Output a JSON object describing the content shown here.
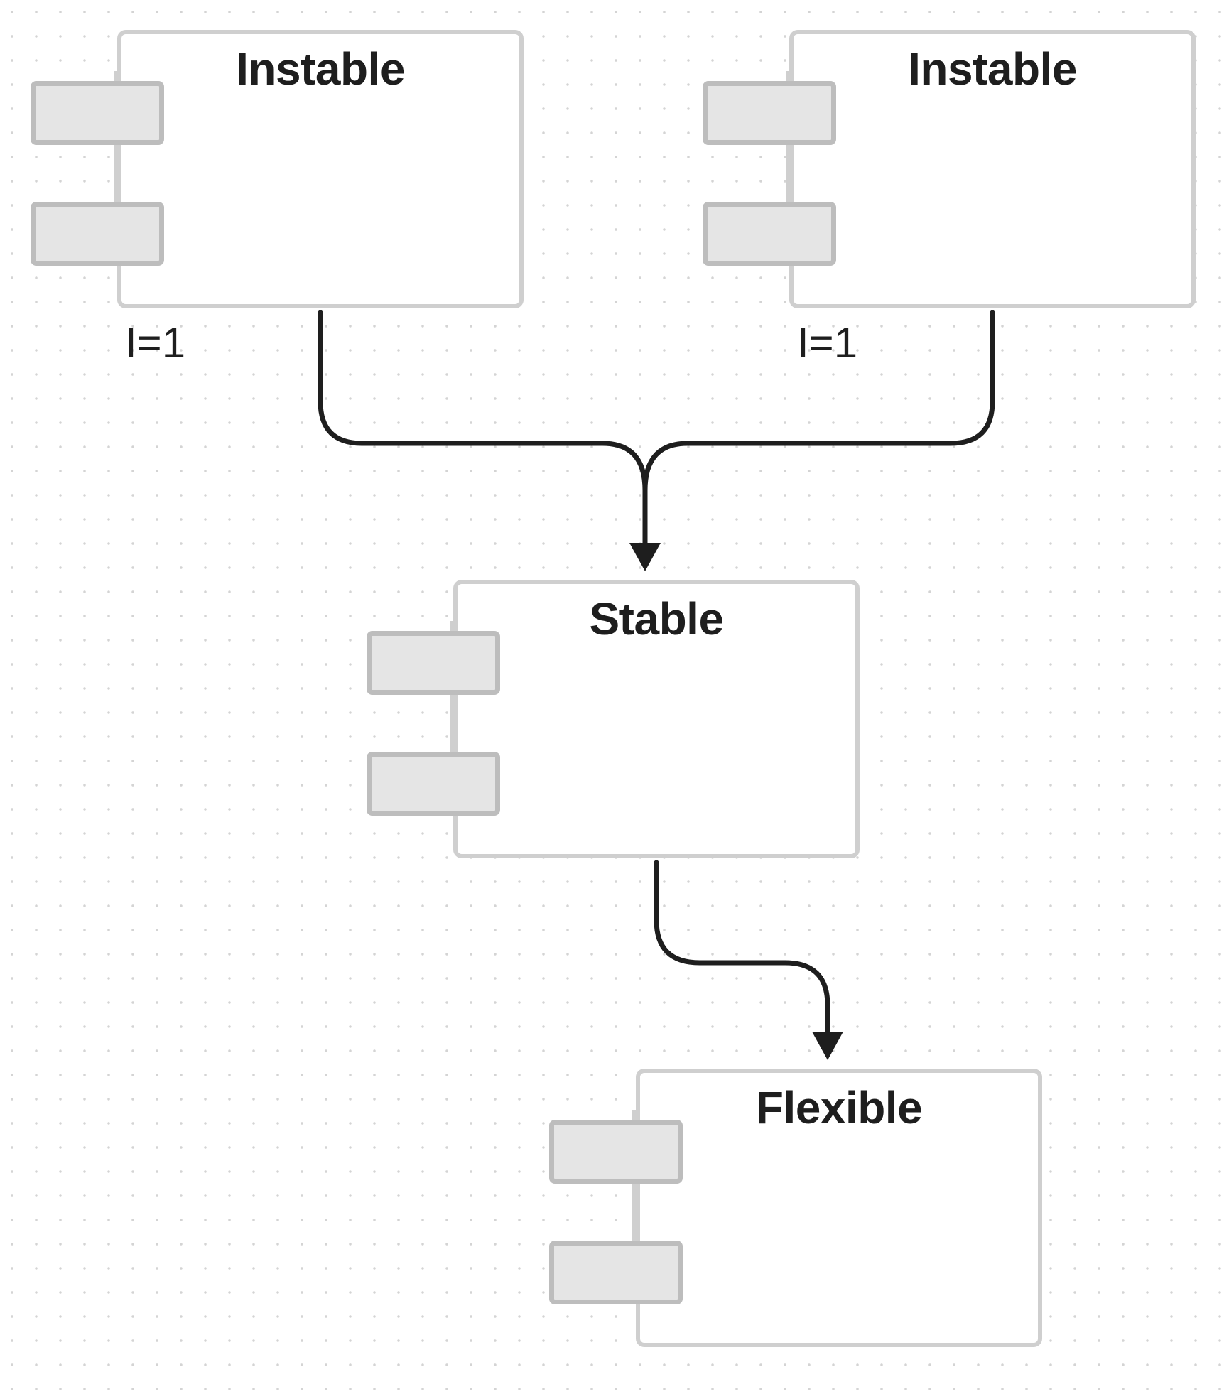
{
  "components": {
    "instable_left": {
      "title": "Instable",
      "metric": "I=1"
    },
    "instable_right": {
      "title": "Instable",
      "metric": "I=1"
    },
    "stable": {
      "title": "Stable"
    },
    "flexible": {
      "title": "Flexible"
    }
  },
  "colors": {
    "component_border": "#cfcfcf",
    "port_fill": "#e5e5e5",
    "port_border": "#bdbdbd",
    "edge": "#1e1e1e",
    "text": "#1e1e1e",
    "grid_dot": "#d4d4d4"
  },
  "edges": [
    {
      "from": "instable_left",
      "to": "stable"
    },
    {
      "from": "instable_right",
      "to": "stable"
    },
    {
      "from": "stable",
      "to": "flexible"
    }
  ]
}
